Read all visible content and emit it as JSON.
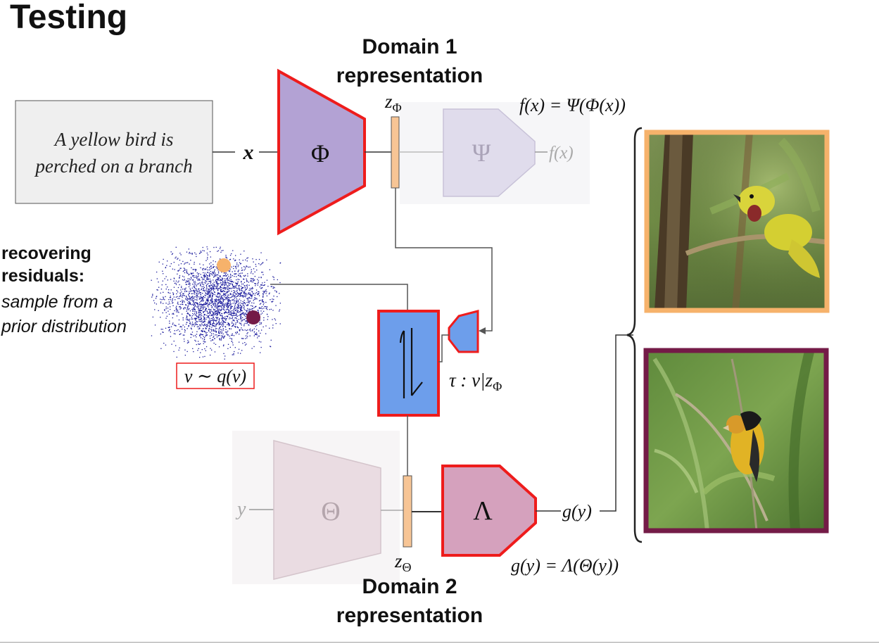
{
  "title": "Testing",
  "domain1": {
    "line1": "Domain 1",
    "line2": "representation"
  },
  "domain2": {
    "line1": "Domain 2",
    "line2": "representation"
  },
  "input_text": {
    "line1": "A yellow bird is",
    "line2": "perched on a branch"
  },
  "symbols": {
    "x": "x",
    "phi": "Φ",
    "psi": "Ψ",
    "theta": "Θ",
    "lambda": "Λ",
    "y": "y",
    "z_phi": {
      "base": "z",
      "sub": "Φ"
    },
    "z_theta": {
      "base": "z",
      "sub": "Θ"
    },
    "f_x": "f(x)",
    "g_y": "g(y)",
    "f_def": "f(x) = Ψ(Φ(x))",
    "g_def": "g(y) = Λ(Θ(y))",
    "tau": {
      "main": "τ : v|z",
      "sub": "Φ"
    },
    "prior": "v ∼ q(v)"
  },
  "residuals": {
    "line1": "recovering",
    "line2": "residuals:",
    "line3": "sample from a",
    "line4": "prior distribution"
  },
  "colors": {
    "phi_fill": "#b3a2d4",
    "psi_fill": "#e0dcec",
    "theta_fill": "#eadce2",
    "lambda_fill": "#d5a1bd",
    "flow_fill": "#6d9eeb",
    "latent_fill": "#f7c595",
    "outline_red": "#ee1c1c",
    "orange_frame": "#f6b26b",
    "maroon_frame": "#741b47",
    "scatter_dot": "#1a1a9c",
    "input_box": "#efefef"
  }
}
